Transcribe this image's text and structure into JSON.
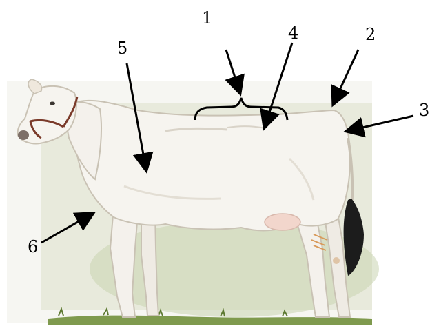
{
  "diagram": {
    "labels": [
      "1",
      "2",
      "3",
      "4",
      "5",
      "6"
    ]
  },
  "colors": {
    "background": "#ffffff",
    "cow_body": "#f4f1ec",
    "cow_outline": "#c9c2b4",
    "pasture": "#d6dcc2",
    "grass": "#7f9a4e",
    "tail_tip": "#1c1c1c",
    "halter": "#7a3a2a",
    "arrow": "#000000"
  }
}
